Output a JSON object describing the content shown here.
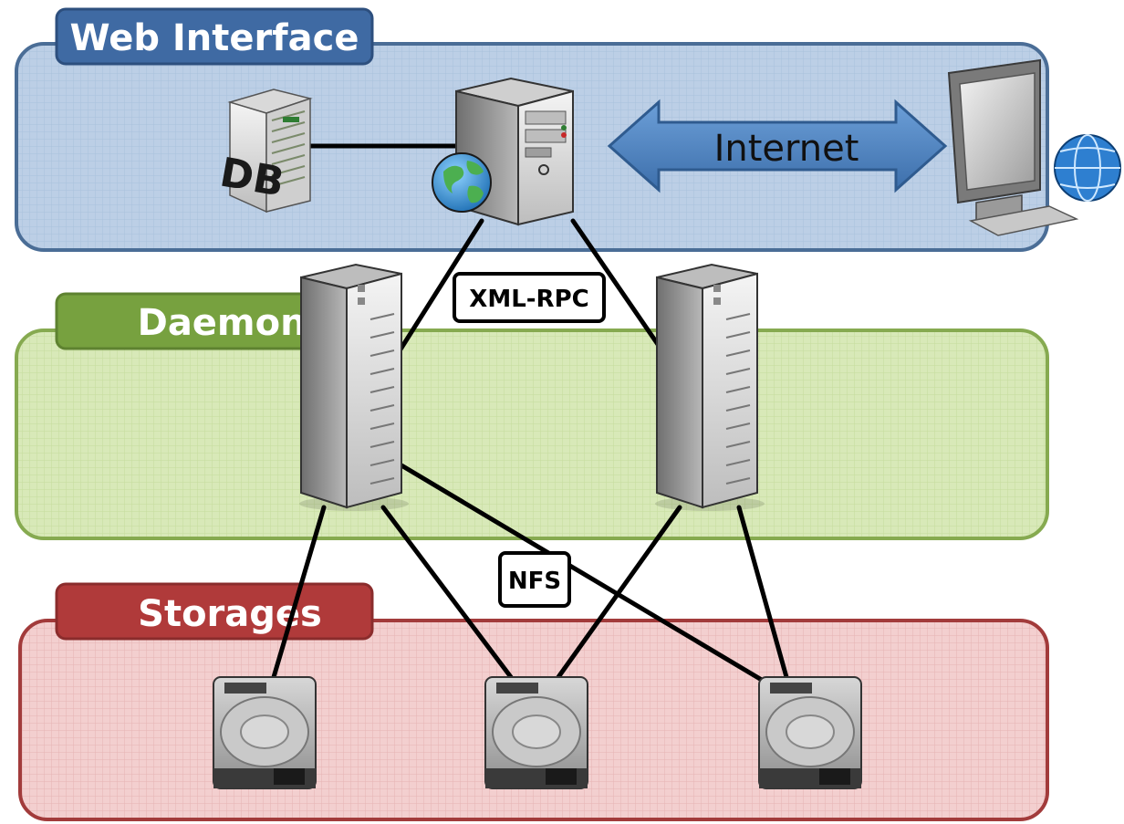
{
  "layers": {
    "web": {
      "title": "Web Interface",
      "fill": "#b9cde4",
      "border": "#4a6d96",
      "tab": "#3f6aa3"
    },
    "daemons": {
      "title": "Daemons",
      "fill": "#d7e8b6",
      "border": "#86aa50",
      "tab": "#77a13f"
    },
    "storages": {
      "title": "Storages",
      "fill": "#f2cccc",
      "border": "#a23b3b",
      "tab": "#b03a3a"
    }
  },
  "nodes": {
    "db": {
      "label": "DB"
    },
    "internet": {
      "label": "Internet",
      "arrow_color": "#4f81bd"
    }
  },
  "edges": {
    "xmlrpc": {
      "label": "XML-RPC"
    },
    "nfs": {
      "label": "NFS"
    }
  }
}
